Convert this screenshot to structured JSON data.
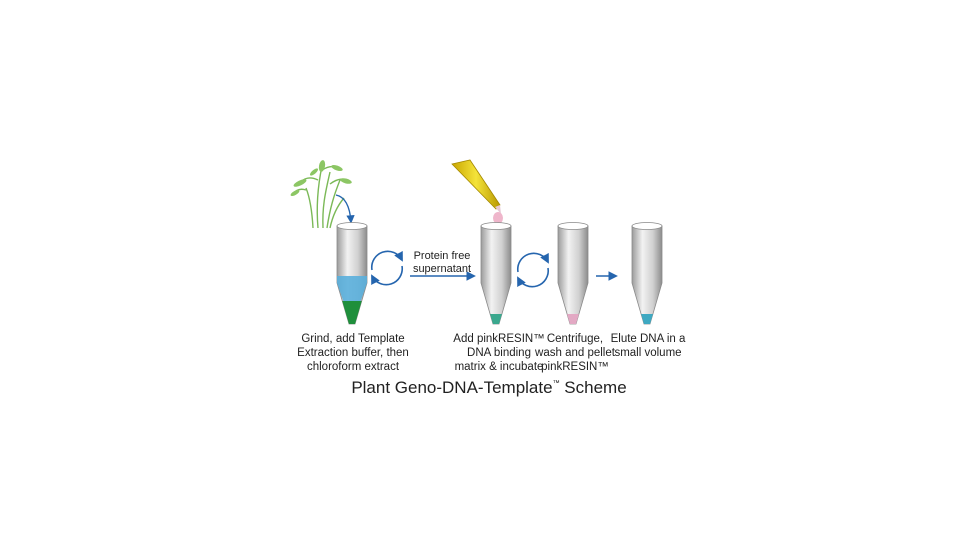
{
  "steps": [
    {
      "label_lines": [
        "Grind, add Template",
        "Extraction buffer, then",
        "chloroform extract"
      ],
      "liquid_color": "#5aafdc",
      "pellet_color": "#1f8f3c"
    },
    {
      "label_lines": [
        "Add pinkRESIN™",
        "DNA binding",
        "matrix & incubate"
      ],
      "liquid_color": "#e8e8e8",
      "pellet_color": "#3aa88e"
    },
    {
      "label_lines": [
        "Centrifuge,",
        "wash and pellet",
        "pinkRESIN™"
      ],
      "liquid_color": "#e8e8e8",
      "pellet_color": "#e3a9c4"
    },
    {
      "label_lines": [
        "Elute DNA in a",
        "small volume"
      ],
      "liquid_color": "#e8e8e8",
      "pellet_color": "#3ea9c2"
    }
  ],
  "transfer_label": [
    "Protein free",
    "supernatant"
  ],
  "title": {
    "main": "Plant Geno-DNA-Template",
    "tm": "™",
    "rest": " Scheme"
  },
  "colors": {
    "arrow": "#2565ae",
    "pipette": "#e8d21a",
    "leaf": "#7bb957"
  }
}
